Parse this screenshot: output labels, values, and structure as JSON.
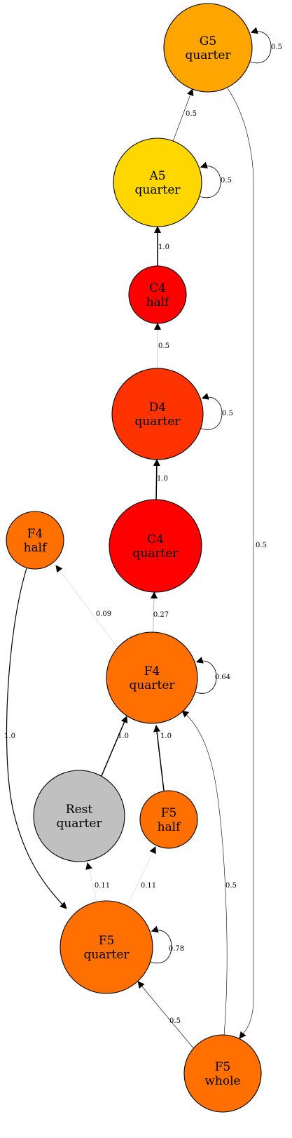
{
  "nodes": [
    {
      "id": "G5_quarter",
      "pitch": "G5",
      "duration": "quarter",
      "fill": "#ffa500"
    },
    {
      "id": "A5_quarter",
      "pitch": "A5",
      "duration": "quarter",
      "fill": "#ffd700"
    },
    {
      "id": "C4_half",
      "pitch": "C4",
      "duration": "half",
      "fill": "#ff0000"
    },
    {
      "id": "D4_quarter",
      "pitch": "D4",
      "duration": "quarter",
      "fill": "#ff3300"
    },
    {
      "id": "C4_quarter",
      "pitch": "C4",
      "duration": "quarter",
      "fill": "#ff0000"
    },
    {
      "id": "F4_half",
      "pitch": "F4",
      "duration": "half",
      "fill": "#ff7000"
    },
    {
      "id": "F4_quarter",
      "pitch": "F4",
      "duration": "quarter",
      "fill": "#ff7000"
    },
    {
      "id": "Rest_quarter",
      "pitch": "Rest",
      "duration": "quarter",
      "fill": "#c0c0c0"
    },
    {
      "id": "F5_half",
      "pitch": "F5",
      "duration": "half",
      "fill": "#ff7000"
    },
    {
      "id": "F5_quarter",
      "pitch": "F5",
      "duration": "quarter",
      "fill": "#ff7000"
    },
    {
      "id": "F5_whole",
      "pitch": "F5",
      "duration": "whole",
      "fill": "#ff7000"
    }
  ],
  "edges": [
    {
      "from": "G5_quarter",
      "to": "G5_quarter",
      "weight": "0.5"
    },
    {
      "from": "A5_quarter",
      "to": "G5_quarter",
      "weight": "0.5"
    },
    {
      "from": "A5_quarter",
      "to": "A5_quarter",
      "weight": "0.5"
    },
    {
      "from": "C4_half",
      "to": "A5_quarter",
      "weight": "1.0"
    },
    {
      "from": "D4_quarter",
      "to": "C4_half",
      "weight": "0.5"
    },
    {
      "from": "D4_quarter",
      "to": "D4_quarter",
      "weight": "0.5"
    },
    {
      "from": "C4_quarter",
      "to": "D4_quarter",
      "weight": "1.0"
    },
    {
      "from": "G5_quarter",
      "to": "F5_whole",
      "weight": "0.5"
    },
    {
      "from": "F4_quarter",
      "to": "F4_half",
      "weight": "0.09"
    },
    {
      "from": "F4_quarter",
      "to": "C4_quarter",
      "weight": "0.27"
    },
    {
      "from": "F4_quarter",
      "to": "F4_quarter",
      "weight": "0.64"
    },
    {
      "from": "F4_half",
      "to": "F5_quarter",
      "weight": "1.0"
    },
    {
      "from": "Rest_quarter",
      "to": "F4_quarter",
      "weight": "1.0"
    },
    {
      "from": "F5_half",
      "to": "F4_quarter",
      "weight": "1.0"
    },
    {
      "from": "F5_quarter",
      "to": "Rest_quarter",
      "weight": "0.11"
    },
    {
      "from": "F5_quarter",
      "to": "F5_half",
      "weight": "0.11"
    },
    {
      "from": "F5_quarter",
      "to": "F5_quarter",
      "weight": "0.78"
    },
    {
      "from": "F5_whole",
      "to": "F5_quarter",
      "weight": "0.5"
    },
    {
      "from": "F5_whole",
      "to": "F4_quarter",
      "weight": "0.5"
    }
  ]
}
